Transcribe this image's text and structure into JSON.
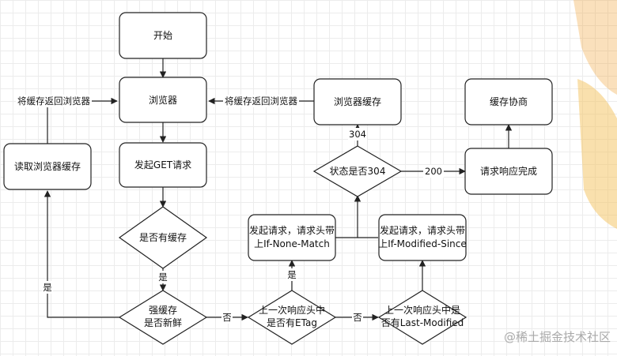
{
  "nodes": {
    "start": "开始",
    "browser": "浏览器",
    "send_get": "发起GET请求",
    "has_cache": "是否有缓存",
    "strong_cache": [
      "强缓存",
      "是否新鲜"
    ],
    "has_etag": [
      "上一次响应头中",
      "是否有ETag"
    ],
    "has_last_modified": [
      "上一次响应头中是",
      "否有Last-Modified"
    ],
    "req_if_none_match": [
      "发起请求，请求头带",
      "上If-None-Match"
    ],
    "req_if_modified_since": [
      "发起请求，请求头带",
      "上If-Modified-Since"
    ],
    "status_304": "状态是否304",
    "browser_cache": "浏览器缓存",
    "cache_negotiation": "缓存协商",
    "response_done": "请求响应完成",
    "read_browser_cache": "读取浏览器缓存"
  },
  "edge_labels": {
    "return_cache_left": "将缓存返回浏览器",
    "return_cache_mid": "将缓存返回浏览器",
    "yes_has_cache": "是",
    "yes_fresh": "是",
    "no_fresh": "否",
    "yes_etag": "是",
    "no_etag": "否",
    "code_304": "304",
    "code_200": "200"
  },
  "watermark": "@稀土掘金技术社区"
}
